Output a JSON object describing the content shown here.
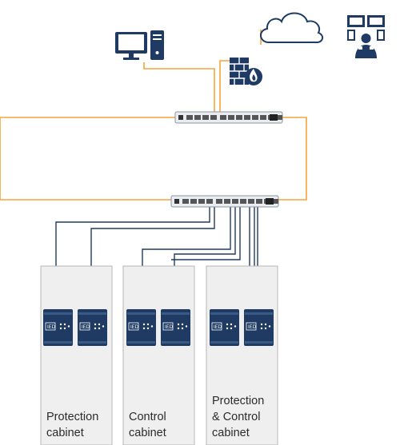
{
  "diagram": {
    "cabinets": [
      {
        "label_line1": "Protection",
        "label_line2": "cabinet"
      },
      {
        "label_line1": "Control",
        "label_line2": "cabinet"
      },
      {
        "label_line1": "Protection",
        "label_line2": "& Control",
        "label_line3": "cabinet"
      }
    ],
    "ied_label": "IED",
    "icons": {
      "workstation": "desktop-computer-icon",
      "cloud": "cloud-icon",
      "firewall": "firewall-icon",
      "remote_operator": "remote-operator-icon",
      "switch": "network-switch-icon"
    },
    "colors": {
      "link_orange": "#f5a33a",
      "navy": "#1f3b63",
      "cabinet_fill": "#efefef",
      "cabinet_border": "#b7b7b7"
    }
  }
}
